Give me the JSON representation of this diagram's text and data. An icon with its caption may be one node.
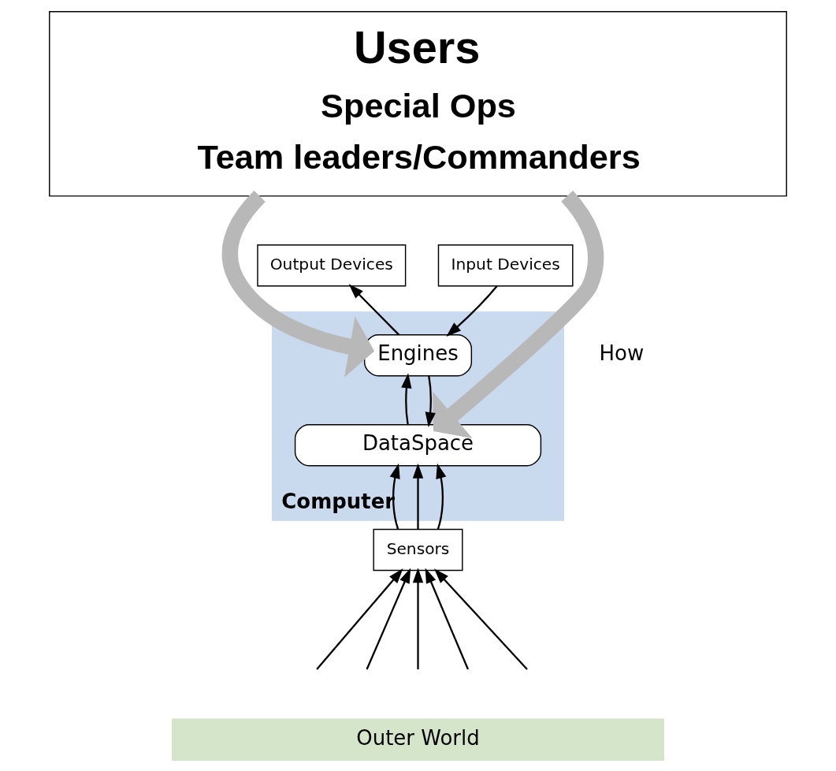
{
  "diagram": {
    "nodes": [
      {
        "text": [
          "Users",
          "Special Ops",
          "Team leaders/Commanders"
        ]
      },
      {
        "text": [
          "Computer"
        ]
      },
      {
        "text": [
          "Outer World"
        ]
      },
      {
        "text": [
          "Output Devices"
        ]
      },
      {
        "text": [
          "Input Devices"
        ]
      },
      {
        "text": [
          "Engines"
        ],
        "in": 1
      },
      {
        "text": [
          "DataSpace"
        ],
        "in": 1
      },
      {
        "text": [
          "Sensors"
        ]
      }
    ],
    "edges": [
      {
        "from": 5,
        "to": 3,
        "arrow": "to"
      },
      {
        "from": 4,
        "to": 5,
        "arrow": "to"
      },
      {
        "from": 6,
        "to": 5,
        "arrow": "to"
      },
      {
        "from": 5,
        "to": 6,
        "arrow": "to"
      },
      {
        "from": 7,
        "to": 6,
        "arrow": "to"
      },
      {
        "from": 7,
        "to": 6,
        "arrow": "to"
      },
      {
        "from": 7,
        "to": 6,
        "arrow": "to"
      },
      {
        "from": null,
        "to": 7,
        "arrow": "to"
      },
      {
        "from": null,
        "to": 7,
        "arrow": "to"
      },
      {
        "from": null,
        "to": 7,
        "arrow": "to"
      },
      {
        "from": null,
        "to": 7,
        "arrow": "to"
      },
      {
        "from": null,
        "to": 7,
        "arrow": "to"
      },
      {
        "from": 0,
        "to": 5,
        "arrow": "to",
        "style": "thick",
        "color": "#b8b8b8"
      },
      {
        "from": 0,
        "to": 6,
        "arrow": "to",
        "style": "thick",
        "color": "#b8b8b8"
      }
    ],
    "labels": [
      "How"
    ]
  }
}
